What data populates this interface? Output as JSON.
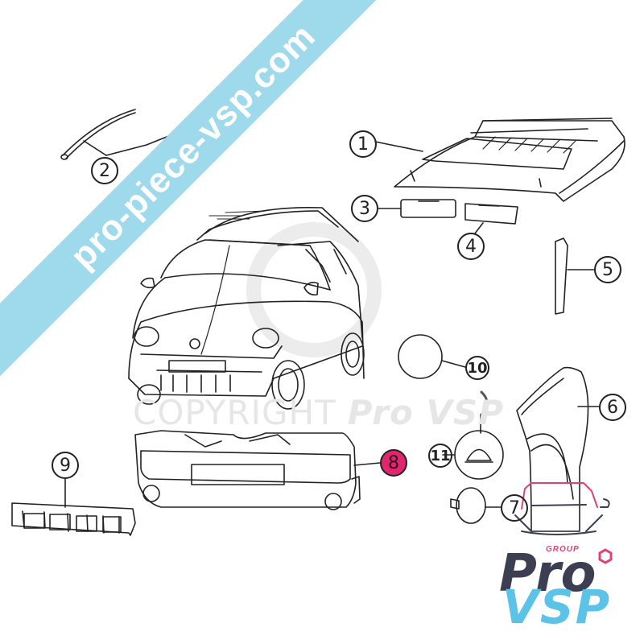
{
  "watermarks": {
    "banner_url": "pro-piece-vsp.com",
    "copyright_text": "COPYRIGHT",
    "copyright_brand": "Pro VSP"
  },
  "logo": {
    "group": "GROUP",
    "pro": "Pro",
    "vsp": "VSP",
    "colors": {
      "pro": "#3c3f52",
      "vsp": "#5cc3e8",
      "accent": "#e0407a"
    }
  },
  "colors": {
    "banner": "#9fd9ec",
    "highlight": "#e0266e",
    "line": "#222222"
  },
  "callouts": [
    {
      "id": "1",
      "label": "1",
      "part": "roof panel"
    },
    {
      "id": "2",
      "label": "2",
      "part": "roof trim strips"
    },
    {
      "id": "3",
      "label": "3",
      "part": "roof insert left"
    },
    {
      "id": "4",
      "label": "4",
      "part": "roof insert right"
    },
    {
      "id": "5",
      "label": "5",
      "part": "pillar trim"
    },
    {
      "id": "6",
      "label": "6",
      "part": "front fender"
    },
    {
      "id": "7",
      "label": "7",
      "part": "side indicator"
    },
    {
      "id": "8",
      "label": "8",
      "part": "front bumper",
      "highlighted": true
    },
    {
      "id": "9",
      "label": "9",
      "part": "lower grille"
    },
    {
      "id": "10",
      "label": "10",
      "part": "fuel cap"
    },
    {
      "id": "11",
      "label": "11",
      "part": "emblem"
    }
  ]
}
